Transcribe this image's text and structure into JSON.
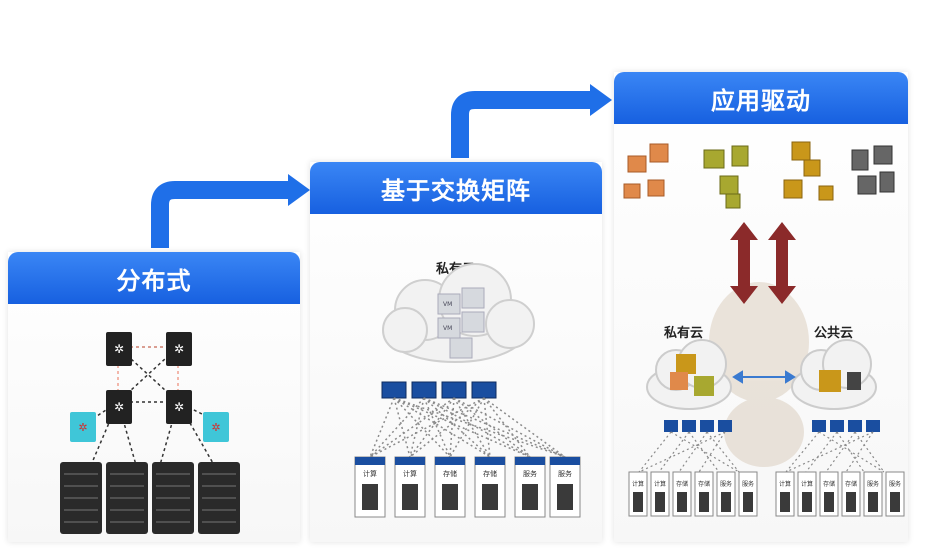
{
  "stages": [
    {
      "title": "分布式"
    },
    {
      "title": "基于交换矩阵",
      "cloud_label": "私有云",
      "vm_label": "VM",
      "server_labels": [
        "计算",
        "计算",
        "存储",
        "存储",
        "服务",
        "服务"
      ]
    },
    {
      "title": "应用驱动",
      "private_cloud_label": "私有云",
      "public_cloud_label": "公共云",
      "server_labels": [
        "计算",
        "计算",
        "存储",
        "存储",
        "服务",
        "服务"
      ]
    }
  ],
  "colors": {
    "header": "#1f6fe8",
    "arrow": "#1f6fe8",
    "updown_arrow": "#8b2a2a",
    "app_orange": "#e0894a",
    "app_olive": "#a8a830",
    "app_gold": "#c9971a",
    "app_gray": "#666666"
  }
}
